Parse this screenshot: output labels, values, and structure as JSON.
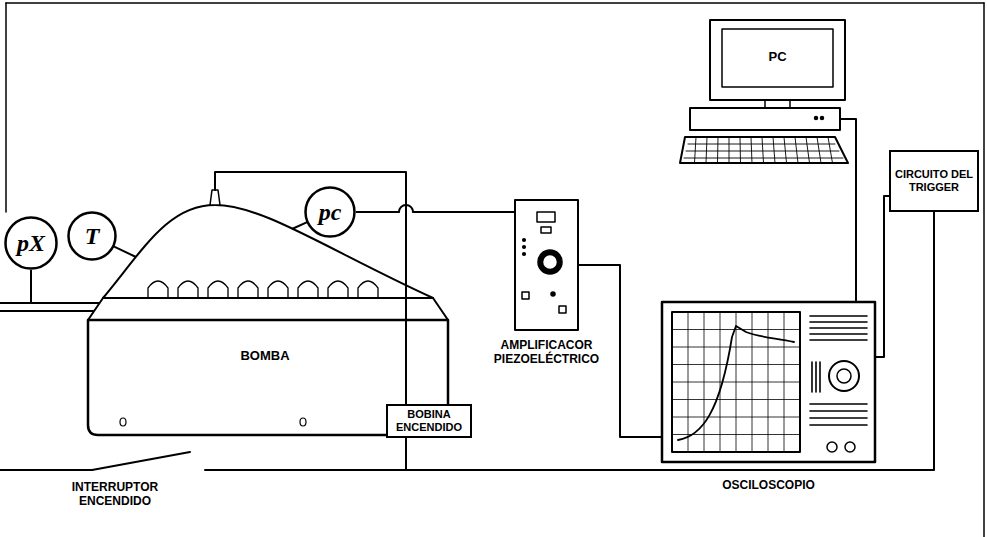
{
  "diagram": {
    "nodes": [
      {
        "text": [
          "pX"
        ]
      },
      {
        "text": [
          "T"
        ]
      },
      {
        "text": [
          "pc"
        ]
      },
      {
        "text": [
          "BOMBA"
        ]
      },
      {
        "text": [
          "BOBINA ENCENDIDO"
        ]
      },
      {
        "text": [
          "AMPLIFICACOR PIEZOELÉCTRICO"
        ]
      },
      {
        "text": [
          "PC"
        ]
      },
      {
        "text": [
          "CIRCUITO DEL TRIGGER"
        ]
      },
      {
        "text": [
          "OSCILOSCOPIO"
        ]
      }
    ],
    "edges": [
      {
        "from": 0,
        "to": 3,
        "arrow": "none"
      },
      {
        "from": 1,
        "to": 3,
        "arrow": "none"
      },
      {
        "from": 2,
        "to": 3,
        "arrow": "none"
      },
      {
        "from": 2,
        "to": 5,
        "arrow": "none"
      },
      {
        "from": 3,
        "to": 4,
        "arrow": "none"
      },
      {
        "from": 5,
        "to": 8,
        "arrow": "none"
      },
      {
        "from": 8,
        "to": 6,
        "arrow": "none"
      },
      {
        "from": 8,
        "to": 7,
        "arrow": "none"
      },
      {
        "from": 4,
        "to": 7,
        "arrow": "none"
      }
    ],
    "labels": [
      "INTERRUPTOR ENCENDIDO"
    ]
  }
}
